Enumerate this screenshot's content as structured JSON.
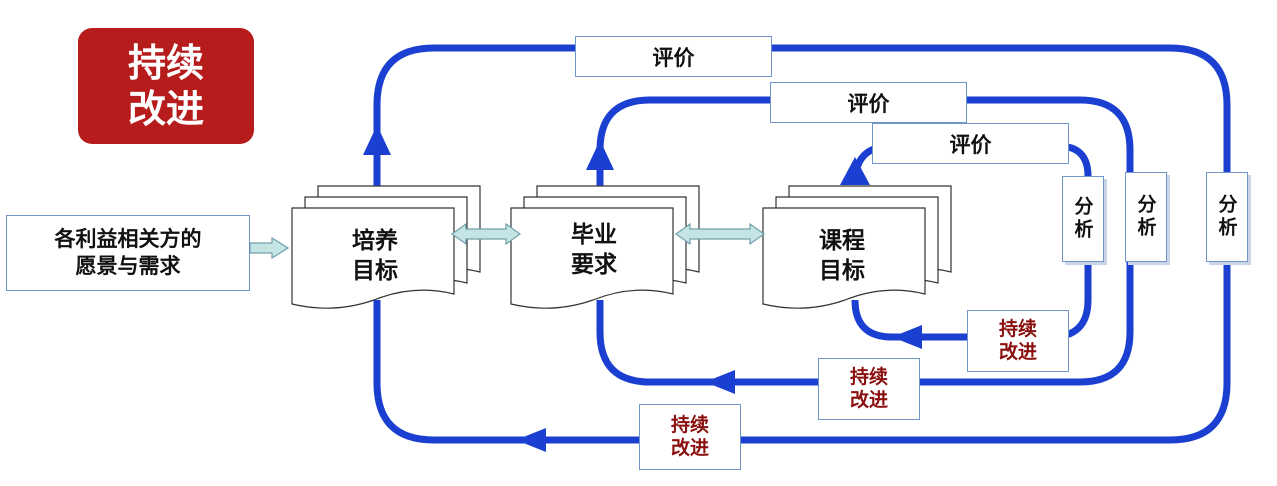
{
  "title": {
    "line1": "持续",
    "line2": "改进"
  },
  "stakeholder": {
    "line1": "各利益相关方的",
    "line2": "愿景与需求"
  },
  "documents": [
    {
      "line1": "培养",
      "line2": "目标"
    },
    {
      "line1": "毕业",
      "line2": "要求"
    },
    {
      "line1": "课程",
      "line2": "目标"
    }
  ],
  "evaluation_labels": [
    "评价",
    "评价",
    "评价"
  ],
  "analysis_labels": [
    "分析",
    "分析",
    "分析"
  ],
  "improvement_labels": [
    {
      "line1": "持续",
      "line2": "改进"
    },
    {
      "line1": "持续",
      "line2": "改进"
    },
    {
      "line1": "持续",
      "line2": "改进"
    }
  ],
  "colors": {
    "loop_blue": "#1a3fd1",
    "title_red": "#b71c1c",
    "improve_text": "#8b0f0f",
    "connector_fill": "#c5e4e4",
    "box_border": "#6f95c8"
  }
}
